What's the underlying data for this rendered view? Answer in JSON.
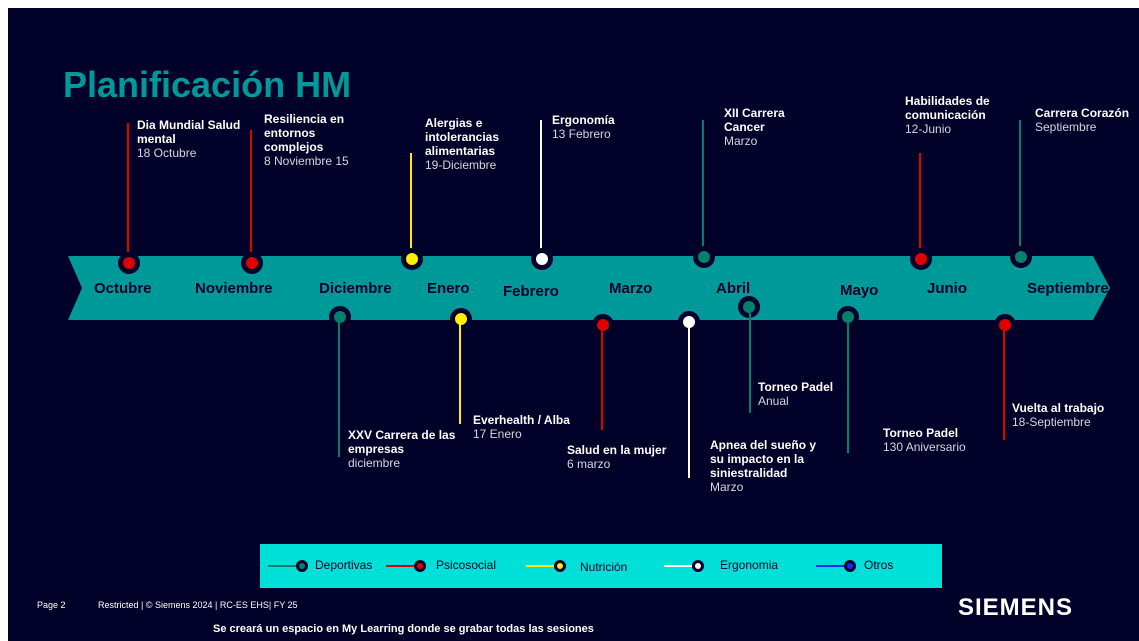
{
  "title": "Planificación HM",
  "months": [
    "Octubre",
    "Noviembre",
    "Diciembre",
    "Enero",
    "Febrero",
    "Marzo",
    "Abril",
    "Mayo",
    "Junio",
    "Septiembre"
  ],
  "events_top": [
    {
      "name": "Dia Mundial Salud mental",
      "date": "18 Octubre",
      "category": "psicosocial"
    },
    {
      "name": "Resiliencia en entornos complejos",
      "date": "8 Noviembre 15",
      "category": "psicosocial"
    },
    {
      "name": "Alergias e intolerancias alimentarias",
      "date": "19-Diciembre",
      "category": "nutricion"
    },
    {
      "name": "Ergonomía",
      "date": "13 Febrero",
      "category": "ergonomia"
    },
    {
      "name": "XII Carrera Cancer",
      "date": "Marzo",
      "category": "deportivas"
    },
    {
      "name": "Habilidades de comunicación",
      "date": "12-Junio",
      "category": "psicosocial"
    },
    {
      "name": "Carrera Corazón",
      "date": "Septiembre",
      "category": "deportivas"
    }
  ],
  "events_bottom": [
    {
      "name": "XXV Carrera de las empresas",
      "date": "diciembre",
      "category": "deportivas"
    },
    {
      "name": "Everhealth / Alba",
      "date": "17 Enero",
      "category": "nutricion"
    },
    {
      "name": "Salud en la mujer",
      "date": "6 marzo",
      "category": "psicosocial"
    },
    {
      "name": "Apnea del sueño y su impacto en la siniestralidad",
      "date": "Marzo",
      "category": "ergonomia"
    },
    {
      "name": "Torneo Padel",
      "date": "Anual",
      "category": "deportivas"
    },
    {
      "name": "Torneo Padel",
      "date": "130 Aniversario",
      "category": "deportivas"
    },
    {
      "name": "Vuelta al trabajo",
      "date": "18-Septiembre",
      "category": "psicosocial"
    }
  ],
  "legend": [
    {
      "label": "Deportivas",
      "color": "#00806e"
    },
    {
      "label": "Psicosocial",
      "color": "#e00000"
    },
    {
      "label": "Nutrición",
      "color": "#ffee00"
    },
    {
      "label": "Ergonomia",
      "color": "#ffffff"
    },
    {
      "label": "Otros",
      "color": "#1a28ff"
    }
  ],
  "colors": {
    "background": "#000028",
    "band": "#009999",
    "title": "#009999",
    "legend_bg": "#00e0d8"
  },
  "footer": {
    "page": "Page 2",
    "restricted": "Restricted | © Siemens 2024 | RC-ES EHS| FY 25",
    "note": "Se creará un espacio en My  Learring donde se grabar todas las sesiones",
    "logo": "SIEMENS"
  }
}
